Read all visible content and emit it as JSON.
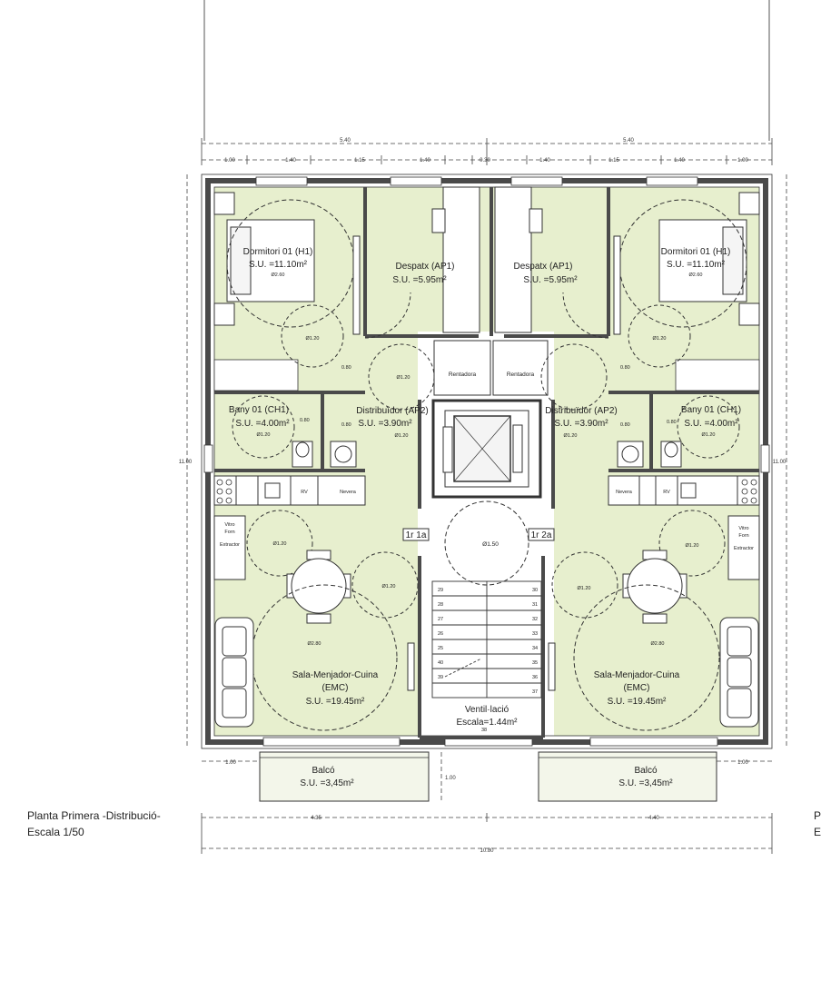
{
  "caption": {
    "title": "Planta Primera -Distribució-",
    "scale": "Escala 1/50"
  },
  "edge_text": {
    "line1": "P",
    "line2": "E"
  },
  "colors": {
    "floor_tint": "#e7efce",
    "wall": "#4a4a4a",
    "line": "#333333",
    "paper": "#ffffff"
  },
  "dimensions": {
    "top_totals": [
      "5.40",
      "5.40"
    ],
    "top_segments": [
      "1.00",
      "1.40",
      "1.15",
      "1.40",
      "0.30",
      "1.40",
      "1.15",
      "1.40",
      "1.00"
    ],
    "side_height_left": "11.00",
    "side_height_right": "11.00",
    "balcony_left": "1.00",
    "balcony_right": "1.00",
    "balcony_center": "1.00",
    "bottom_left": "4.35",
    "bottom_right": "4.40",
    "bottom_total": "10.80"
  },
  "units": {
    "left": {
      "dormitori": {
        "name": "Dormitori 01 (H1)",
        "area": "S.U. =11.10m²",
        "diam": "Ø2.60"
      },
      "despatx": {
        "name": "Despatx (AP1)",
        "area": "S.U. =5.95m²"
      },
      "bany": {
        "name": "Bany 01 (CH1)",
        "area": "S.U. =4.00m²",
        "diam": "Ø1.20",
        "w": "0.80"
      },
      "distribuidor": {
        "name": "Distribuïdor (AP2)",
        "area": "S.U. =3.90m²",
        "diam": "Ø1.20",
        "w": "0.80"
      },
      "sala": {
        "name": "Sala-Menjador-Cuina",
        "sub": "(EMC)",
        "area": "S.U. =19.45m²",
        "diam_big": "Ø2.80",
        "diam_small": "Ø1.20"
      },
      "balco": {
        "name": "Balcó",
        "area": "S.U. =3,45m²"
      },
      "rentadora": "Rentadora",
      "rv": "RV",
      "nevera": "Nevera",
      "vitro": [
        "Vitro",
        "Forn",
        "Extractor"
      ],
      "door_label": "1r 1a",
      "turn_d1": "Ø1.20",
      "turn_d2": "Ø1.20",
      "w1": "0.80"
    },
    "right": {
      "dormitori": {
        "name": "Dormitori 01 (H1)",
        "area": "S.U. =11.10m²",
        "diam": "Ø2.60"
      },
      "despatx": {
        "name": "Despatx (AP1)",
        "area": "S.U. =5.95m²"
      },
      "bany": {
        "name": "Bany 01 (CH1)",
        "area": "S.U. =4.00m²",
        "diam": "Ø1.20",
        "w": "0.80"
      },
      "distribuidor": {
        "name": "Distribuïdor (AP2)",
        "area": "S.U. =3.90m²",
        "diam": "Ø1.20",
        "w": "0.80"
      },
      "sala": {
        "name": "Sala-Menjador-Cuina",
        "sub": "(EMC)",
        "area": "S.U. =19.45m²",
        "diam_big": "Ø2.80",
        "diam_small": "Ø1.20"
      },
      "balco": {
        "name": "Balcó",
        "area": "S.U. =3,45m²"
      },
      "rentadora": "Rentadora",
      "rv": "RV",
      "nevera": "Nevera",
      "vitro": [
        "Vitro",
        "Forn",
        "Extractor"
      ],
      "door_label": "1r 2a",
      "turn_d1": "Ø1.20",
      "turn_d2": "Ø1.20",
      "w1": "0.80"
    }
  },
  "core": {
    "landing_diam": "Ø1.50",
    "vent_name": "Ventil·lació",
    "vent_area": "Escala=1.44m²",
    "steps_left": [
      "29",
      "28",
      "27",
      "26",
      "25",
      "40",
      "39"
    ],
    "steps_right": [
      "30",
      "31",
      "32",
      "33",
      "34",
      "35",
      "36",
      "37"
    ],
    "step_bottom": "38"
  }
}
